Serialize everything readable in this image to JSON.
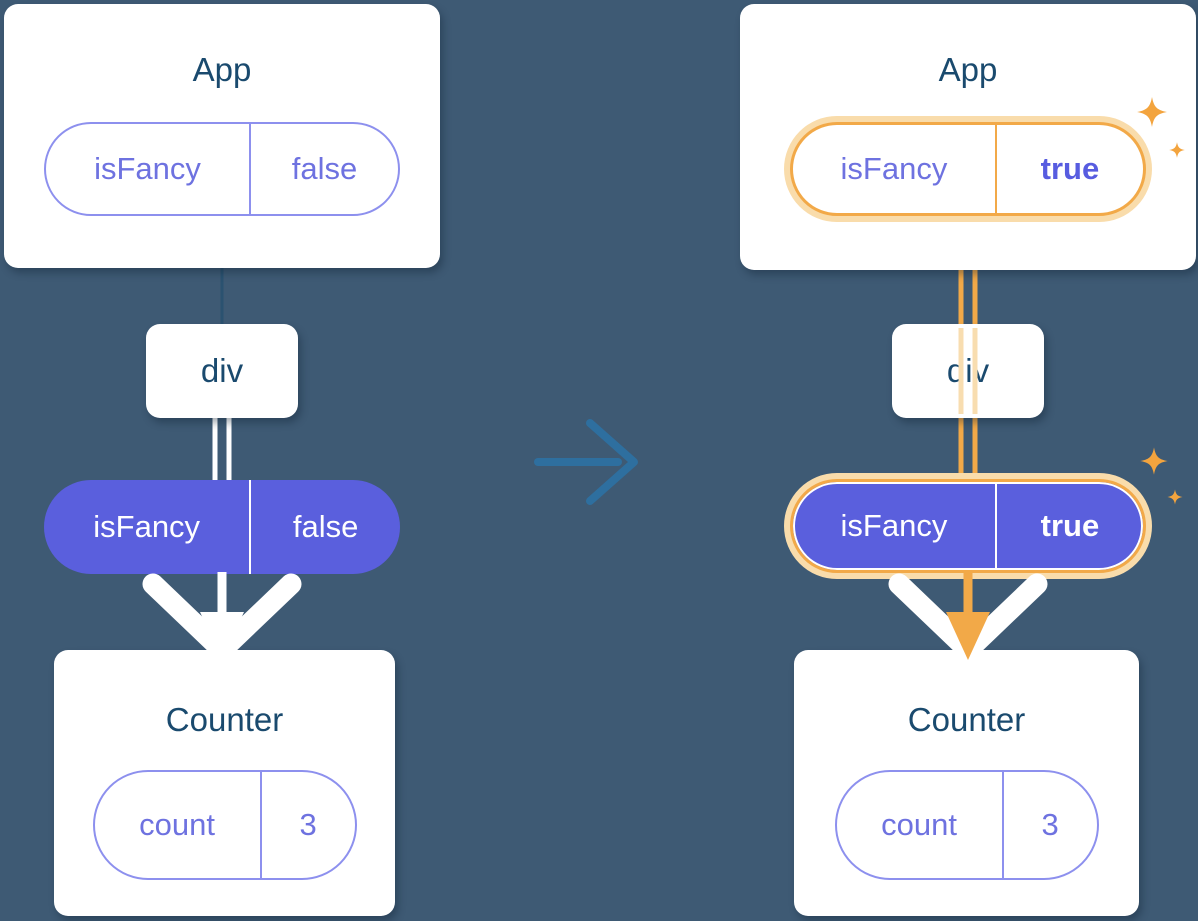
{
  "colors": {
    "background": "#3e5a74",
    "card_bg": "#ffffff",
    "title_text": "#1a4a6e",
    "indigo_fill": "#5a5fdd",
    "indigo_text": "#6e72e0",
    "indigo_border": "#8d90ee",
    "highlight_orange": "#f2a948",
    "highlight_halo": "#f9dcab",
    "flow_arrow_white": "#ffffff",
    "transition_arrow_blue": "#2e6f9f",
    "sparkle_orange": "#f3a43e"
  },
  "panels": {
    "before": {
      "app_title": "App",
      "app_prop_name": "isFancy",
      "app_prop_value": "false",
      "div_title": "div",
      "passed_prop_name": "isFancy",
      "passed_prop_value": "false",
      "counter_title": "Counter",
      "counter_state_name": "count",
      "counter_state_value": "3"
    },
    "after": {
      "app_title": "App",
      "app_prop_name": "isFancy",
      "app_prop_value": "true",
      "div_title": "div",
      "passed_prop_name": "isFancy",
      "passed_prop_value": "true",
      "counter_title": "Counter",
      "counter_state_name": "count",
      "counter_state_value": "3"
    }
  },
  "icons": {
    "transition": "right-arrow-icon",
    "flow": "down-arrow-icon",
    "highlight": "sparkle-icon"
  }
}
